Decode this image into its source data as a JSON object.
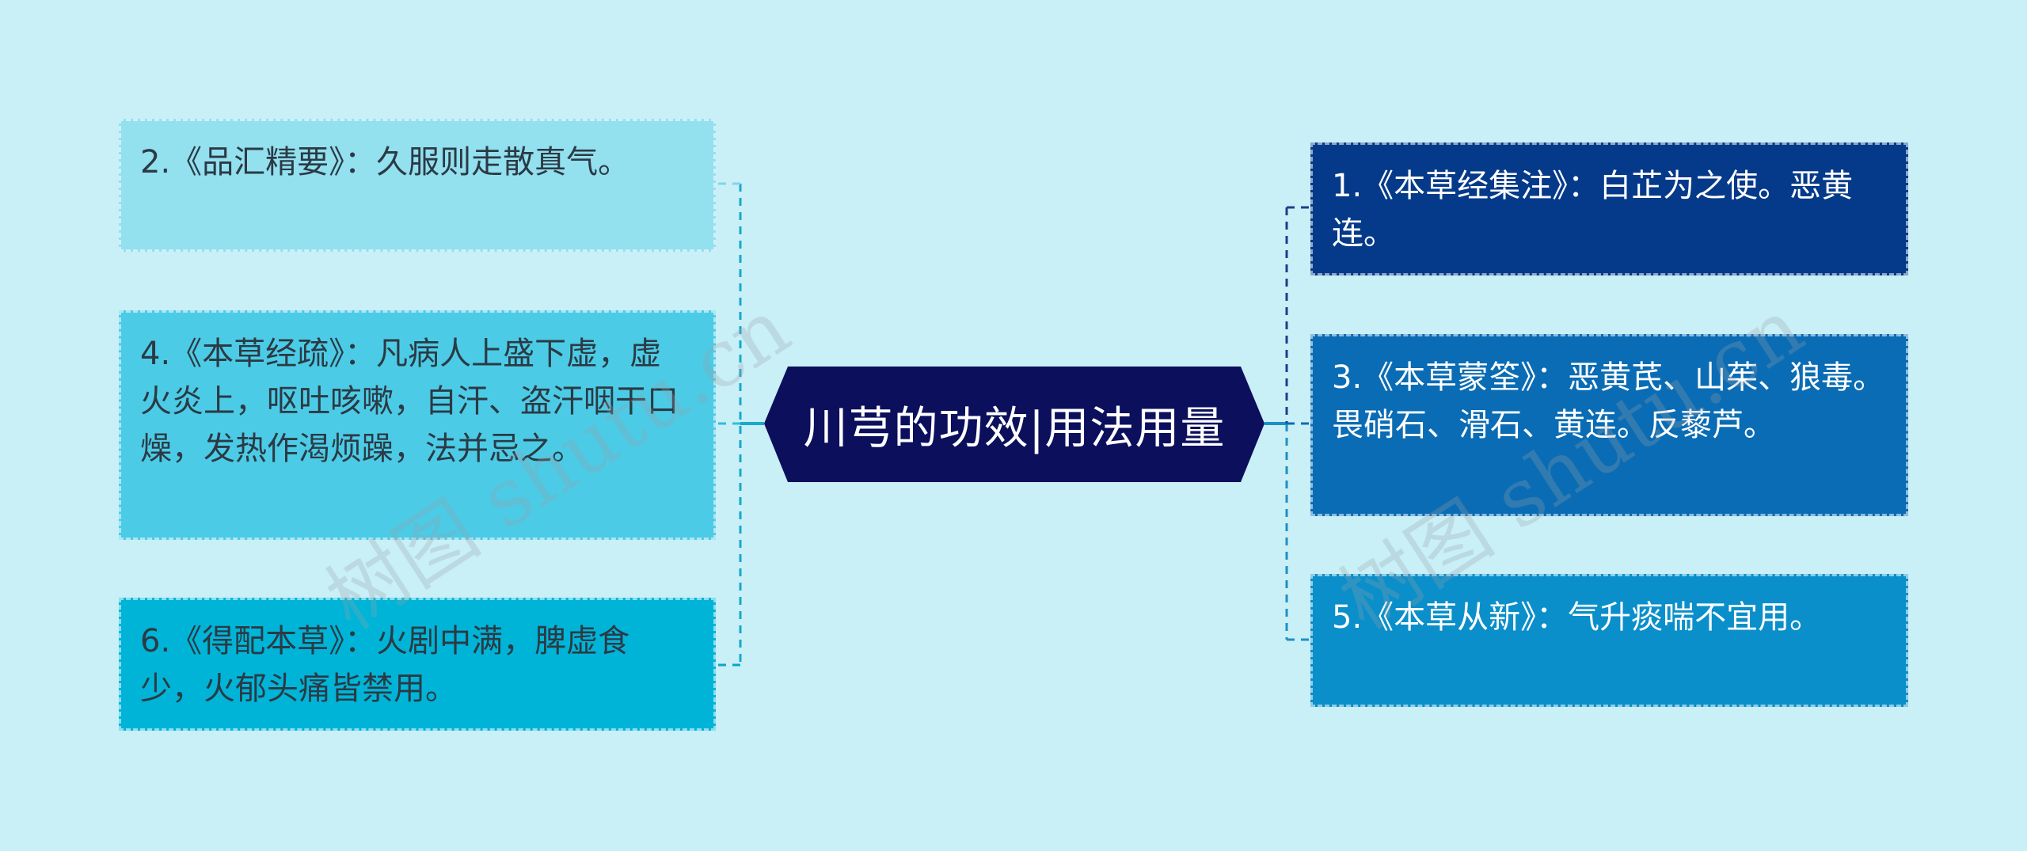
{
  "colors": {
    "background": "#c9eff7",
    "center_fill": "#0b0f5c",
    "left_line": "#19a9c9",
    "right_line_dark": "#1a3f8a",
    "right_line_light": "#1e8fc6"
  },
  "center": {
    "title": "川芎的功效|用法用量"
  },
  "left_nodes": [
    {
      "id": "n2",
      "text": "2.《品汇精要》：久服则走散真气。"
    },
    {
      "id": "n4",
      "text": "4.《本草经疏》：凡病人上盛下虚，虚火炎上，呕吐咳嗽，自汗、盗汗咽干口燥，发热作渴烦躁，法并忌之。"
    },
    {
      "id": "n6",
      "text": "6.《得配本草》：火剧中满，脾虚食少，火郁头痛皆禁用。"
    }
  ],
  "right_nodes": [
    {
      "id": "n1",
      "text": "1.《本草经集注》：白芷为之使。恶黄连。"
    },
    {
      "id": "n3",
      "text": "3.《本草蒙筌》：恶黄芪、山茱、狼毒。畏硝石、滑石、黄连。反藜芦。"
    },
    {
      "id": "n5",
      "text": "5.《本草从新》：气升痰喘不宜用。"
    }
  ],
  "watermark": {
    "left": "树图 shutu.cn",
    "right": "树图 shutu.cn"
  }
}
